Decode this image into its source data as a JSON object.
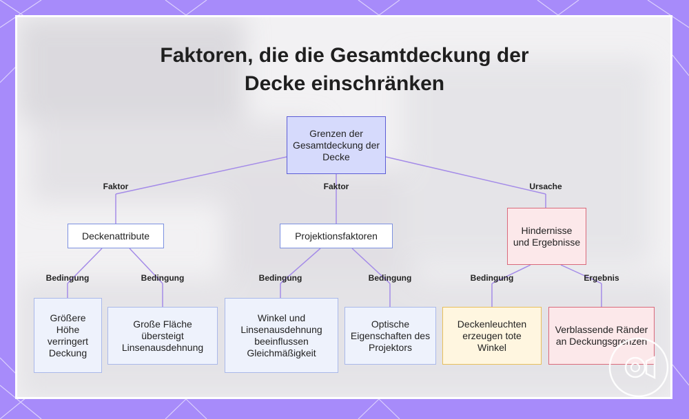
{
  "title": {
    "line1": "Faktoren, die die Gesamtdeckung der",
    "line2": "Decke einschränken"
  },
  "colors": {
    "background": "#a78bfa",
    "edge": "#a48be8",
    "root_fill": "#d6dafc",
    "red_border": "#d9687a",
    "yellow_border": "#e8bf5a"
  },
  "nodes": {
    "root": "Grenzen der Gesamtdeckung der Decke",
    "ceiling_attributes": "Deckenattribute",
    "projection_factors": "Projektionsfaktoren",
    "obstacles_results": "Hindernisse und Ergebnisse",
    "greater_height": "Größere Höhe verringert Deckung",
    "large_area": "Große Fläche übersteigt Linsenausdehnung",
    "angle_lens": "Winkel und Linsenausdehnung beeinflussen Gleichmäßigkeit",
    "optical_properties": "Optische Eigenschaften des Projektors",
    "ceiling_lights": "Deckenleuchten erzeugen tote Winkel",
    "fading_edges": "Verblassende Ränder an Deckungsgrenzen"
  },
  "edge_labels": {
    "root_to_attributes": "Faktor",
    "root_to_projection": "Faktor",
    "root_to_obstacles": "Ursache",
    "attributes_to_height": "Bedingung",
    "attributes_to_area": "Bedingung",
    "projection_to_angle": "Bedingung",
    "projection_to_optical": "Bedingung",
    "obstacles_to_lights": "Bedingung",
    "obstacles_to_edges": "Ergebnis"
  },
  "icons": {
    "watermark": "projector-logo-icon"
  }
}
